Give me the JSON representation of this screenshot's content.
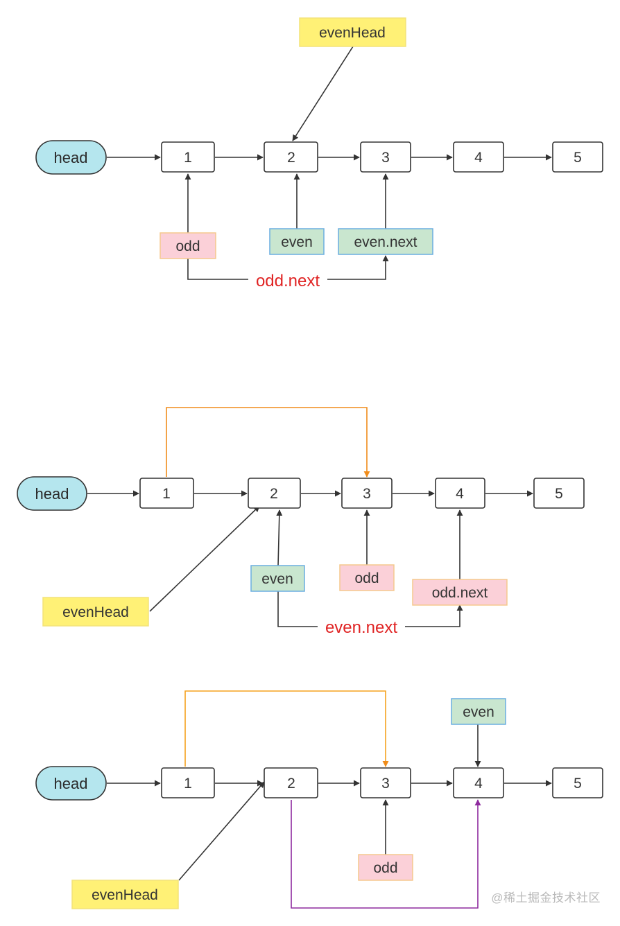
{
  "labels": {
    "head": "head",
    "evenHead": "evenHead",
    "odd": "odd",
    "even": "even",
    "even_next": "even.next",
    "odd_next": "odd.next"
  },
  "nodes": [
    "1",
    "2",
    "3",
    "4",
    "5"
  ],
  "edge_labels": {
    "d1": "odd.next",
    "d2": "even.next"
  },
  "colors": {
    "head_fill": "#b5e6ee",
    "evenhead_fill": "#fff176",
    "evenhead_border": "#f3e37a",
    "odd_fill": "#fbd0d8",
    "odd_border": "#f5c98e",
    "even_fill": "#c9e6cf",
    "even_border": "#6aaee0",
    "label_red": "#e02424",
    "orange": "#f08c1a",
    "purple": "#8e2a9e",
    "line": "#333333"
  },
  "watermark": "@稀土掘金技术社区"
}
